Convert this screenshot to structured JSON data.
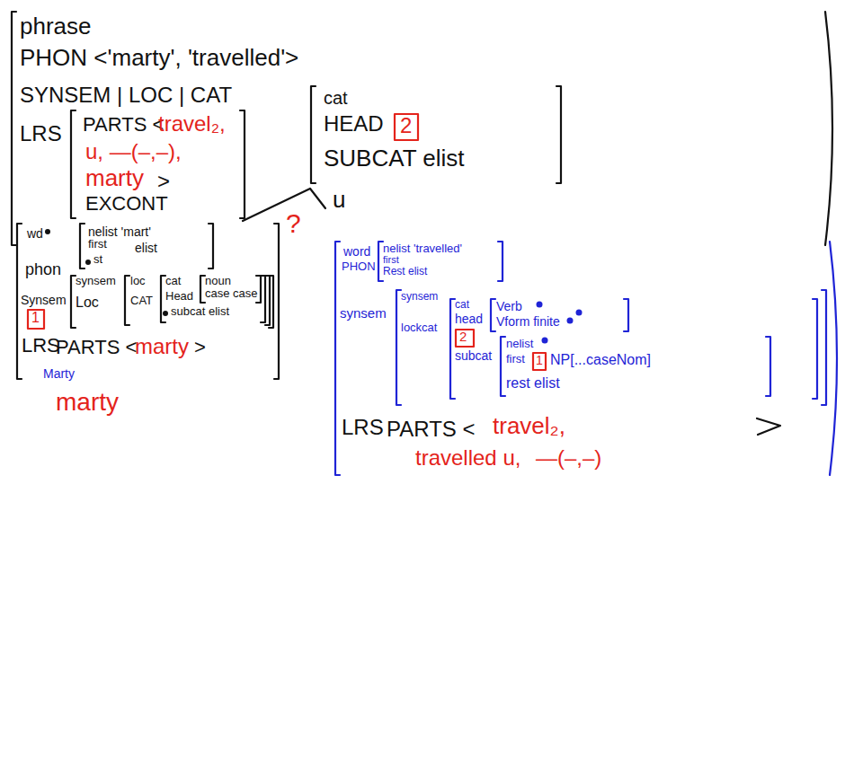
{
  "diagram": {
    "nodes": [
      {
        "text": [
          "phrase",
          "PHON <'marty', 'travelled'>",
          "SYNSEM | LOC | CAT",
          "LRS",
          "u",
          "?"
        ]
      },
      {
        "text": [
          "cat",
          "HEAD",
          "SUBCAT elist"
        ],
        "in": 0
      },
      {
        "text": [
          "2"
        ],
        "in": 1
      },
      {
        "text": [
          "PARTS <",
          "travel₂,",
          "u, ―(–,–),",
          "marty",
          ">",
          "EXCONT"
        ],
        "in": 0
      },
      {
        "text": [
          "wd",
          "phon",
          "Synsem",
          "LRS",
          "PARTS <",
          "marty",
          ">"
        ]
      },
      {
        "text": [
          "1"
        ],
        "in": 4
      },
      {
        "text": [
          "nelist 'mart'",
          "first",
          "elist",
          "st"
        ],
        "in": 4
      },
      {
        "text": [
          "synsem",
          "Loc"
        ],
        "in": 4
      },
      {
        "text": [
          "loc",
          "CAT"
        ],
        "in": 7
      },
      {
        "text": [
          "cat",
          "Head",
          "subcat elist"
        ],
        "in": 8
      },
      {
        "text": [
          "noun",
          "case case"
        ],
        "in": 9
      },
      {
        "text": [
          "word",
          "PHON",
          "synsem",
          "LRS",
          "PARTS <",
          "travel₂,",
          "travelled u,",
          "―(–,–)"
        ]
      },
      {
        "text": [
          "nelist 'travelled'",
          "first",
          "Rest elist"
        ],
        "in": 11
      },
      {
        "text": [
          "synsem",
          "lockcat"
        ],
        "in": 11
      },
      {
        "text": [
          "cat",
          "head",
          "subcat"
        ],
        "in": 13
      },
      {
        "text": [
          "2"
        ],
        "in": 14
      },
      {
        "text": [
          "Verb",
          "Vform finite"
        ],
        "in": 14
      },
      {
        "text": [
          "nelist",
          "first",
          "NP[...caseNom]",
          "rest elist"
        ],
        "in": 14
      },
      {
        "text": [
          "1"
        ],
        "in": 17
      }
    ],
    "labels": [
      "Marty",
      "marty"
    ]
  }
}
